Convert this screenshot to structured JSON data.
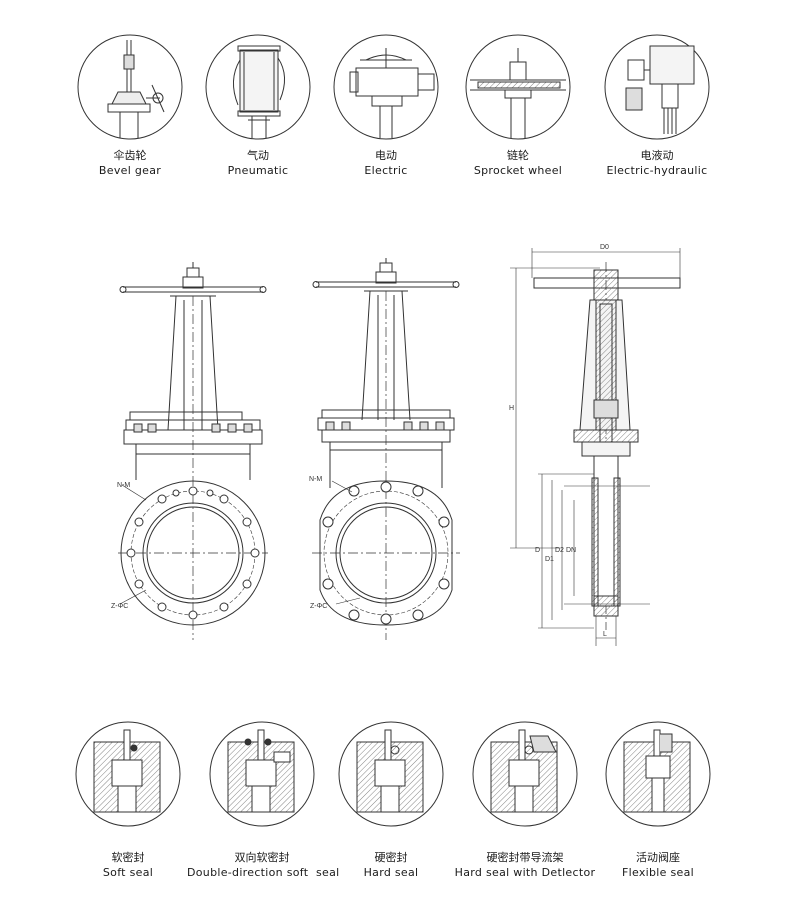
{
  "actuators": [
    {
      "zh": "伞齿轮",
      "en": "Bevel gear"
    },
    {
      "zh": "气动",
      "en": "Pneumatic"
    },
    {
      "zh": "电动",
      "en": "Electric"
    },
    {
      "zh": "链轮",
      "en": "Sprocket wheel"
    },
    {
      "zh": "电液动",
      "en": "Electric-hydraulic"
    }
  ],
  "seals": [
    {
      "zh": "软密封",
      "en": "Soft seal"
    },
    {
      "zh": "双向软密封",
      "en": "Double-direction soft  seal"
    },
    {
      "zh": "硬密封",
      "en": "Hard seal"
    },
    {
      "zh": "硬密封带导流架",
      "en": "Hard seal with Detlector"
    },
    {
      "zh": "活动阀座",
      "en": "Flexible seal"
    }
  ],
  "dimensions": {
    "nm_left": "N-M",
    "zc_left": "Z-ΦC",
    "nm_mid": "N-M",
    "zc_mid": "Z-ΦC",
    "d0": "D0",
    "h": "H",
    "d": "D",
    "d1": "D1",
    "d2": "D2",
    "dn": "DN",
    "l": "L"
  }
}
